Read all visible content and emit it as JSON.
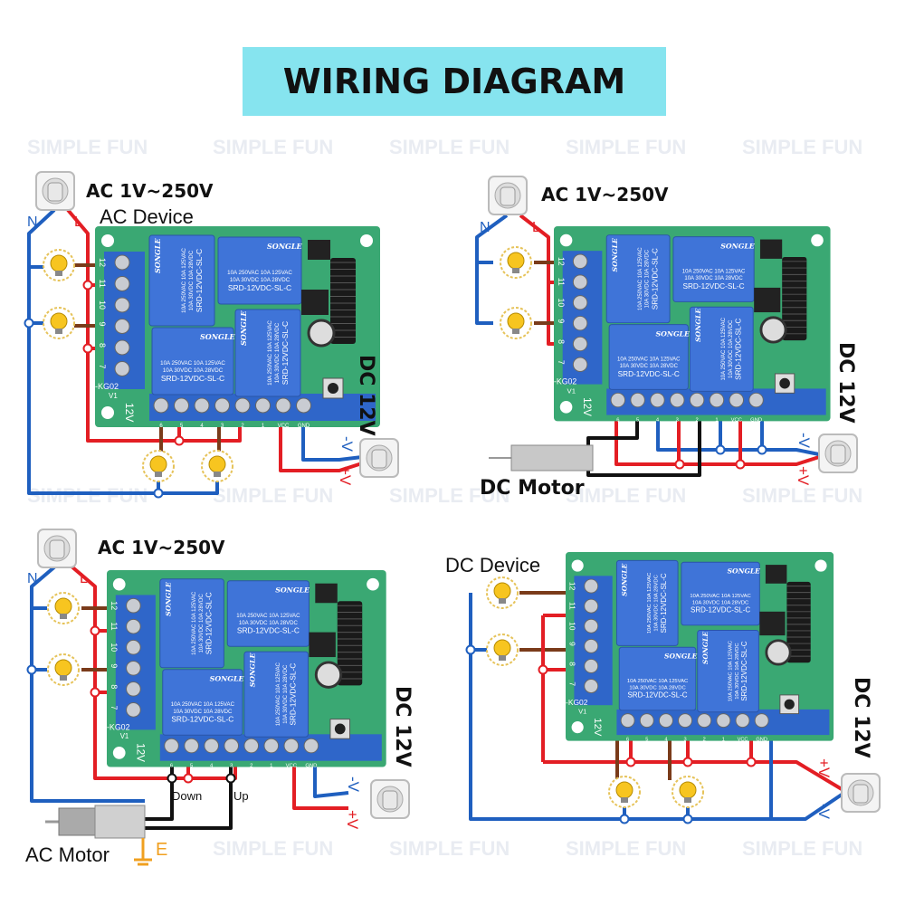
{
  "title": "WIRING DIAGRAM",
  "watermark": "SIMPLE FUN",
  "colors": {
    "banner": "#86e4ef",
    "live": "#e31e24",
    "neutral": "#1f5fbf",
    "load": "#7a3b1a",
    "motor": "#111111",
    "board": "#3aa873",
    "relay": "#3f74d8",
    "terminal": "#2f66c9"
  },
  "board": {
    "relay_brand": "SONGLE",
    "relay_rating_1": "10A 250VAC  10A 125VAC",
    "relay_rating_2": "10A 30VDC  10A 28VDC",
    "relay_model": "SRD-12VDC-SL-C",
    "model": "-KG02",
    "version": "V1",
    "voltage": "12V",
    "side_terminals": [
      "12",
      "11",
      "10",
      "9",
      "8",
      "7"
    ],
    "bottom_terminals": [
      "6",
      "5",
      "4",
      "3",
      "2",
      "1",
      "VCC",
      "GND"
    ]
  },
  "panels": [
    {
      "name": "ac-device",
      "supply": "AC 1V~250V",
      "device": "AC Device",
      "neutral": "N",
      "live": "L",
      "dc": "DC 12V",
      "minus": "-V",
      "plus": "+V"
    },
    {
      "name": "dc-motor",
      "supply": "AC 1V~250V",
      "device": "DC Motor",
      "neutral": "N",
      "live": "L",
      "dc": "DC 12V",
      "minus": "-V",
      "plus": "+V"
    },
    {
      "name": "ac-motor",
      "supply": "AC 1V~250V",
      "device": "AC Motor",
      "neutral": "N",
      "live": "L",
      "dc": "DC 12V",
      "minus": "-V",
      "plus": "+V",
      "down": "Down",
      "up": "Up",
      "earth": "E"
    },
    {
      "name": "dc-device",
      "device": "DC Device",
      "dc": "DC 12V",
      "minus": "-V",
      "plus": "+V"
    }
  ]
}
